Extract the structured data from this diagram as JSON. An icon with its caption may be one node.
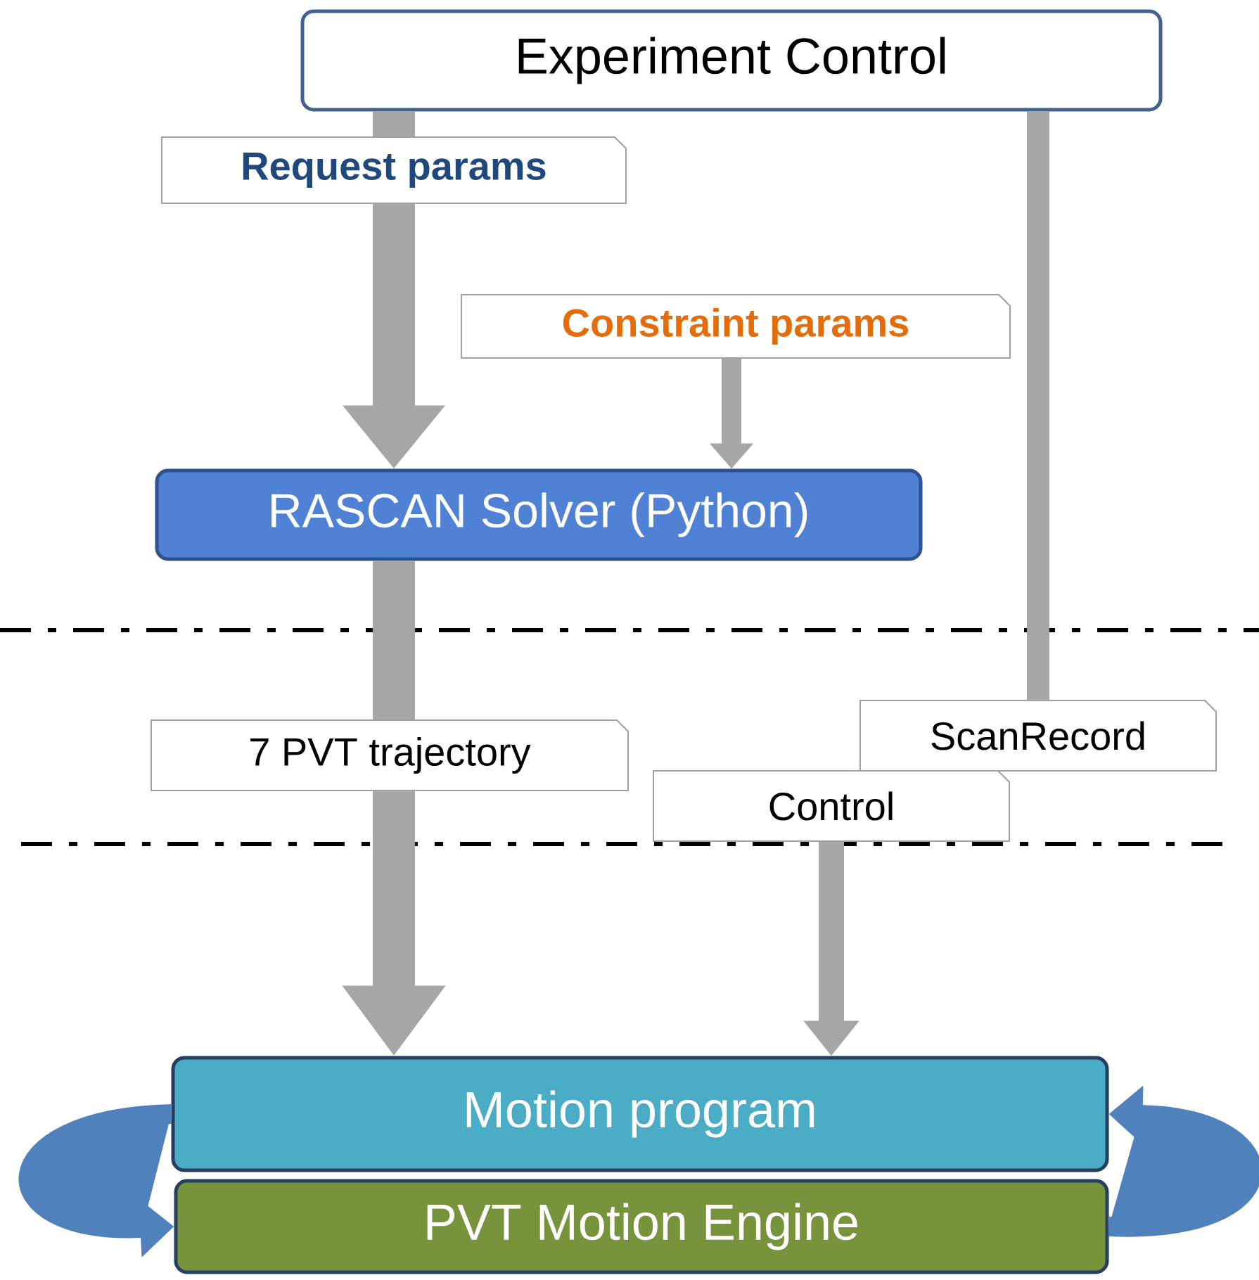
{
  "diagram": {
    "nodes": [
      {
        "text": [
          "Experiment Control"
        ]
      },
      {
        "text": [
          "Constraint params"
        ]
      },
      {
        "text": [
          "RASCAN Solver (Python)"
        ]
      },
      {
        "text": [
          "ScanRecord"
        ]
      },
      {
        "text": [
          "Control"
        ]
      },
      {
        "text": [
          "Motion program"
        ]
      },
      {
        "text": [
          "PVT Motion Engine"
        ]
      }
    ],
    "edges": [
      {
        "from": 0,
        "to": 2,
        "arrow": "to",
        "label": "Request params",
        "style": "thick"
      },
      {
        "from": 1,
        "to": 2,
        "arrow": "to"
      },
      {
        "from": 2,
        "to": 5,
        "arrow": "to",
        "label": "7 PVT trajectory",
        "style": "thick"
      },
      {
        "from": 0,
        "to": 3,
        "arrow": "none"
      },
      {
        "from": 4,
        "to": 5,
        "arrow": "to"
      },
      {
        "from": 5,
        "to": 6,
        "arrow": "to",
        "color": "#4f81bd"
      },
      {
        "from": 6,
        "to": 5,
        "arrow": "to",
        "color": "#4f81bd"
      }
    ]
  }
}
